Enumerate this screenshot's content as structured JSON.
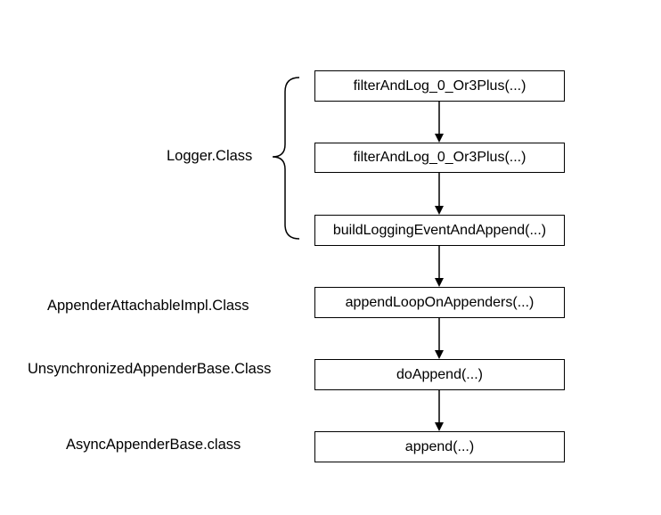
{
  "diagram": {
    "nodes": [
      {
        "id": "n1",
        "label": "filterAndLog_0_Or3Plus(...)"
      },
      {
        "id": "n2",
        "label": "filterAndLog_0_Or3Plus(...)"
      },
      {
        "id": "n3",
        "label": "buildLoggingEventAndAppend(...)"
      },
      {
        "id": "n4",
        "label": "appendLoopOnAppenders(...)"
      },
      {
        "id": "n5",
        "label": "doAppend(...)"
      },
      {
        "id": "n6",
        "label": "append(...)"
      }
    ],
    "edges": [
      {
        "from": "n1",
        "to": "n2"
      },
      {
        "from": "n2",
        "to": "n3"
      },
      {
        "from": "n3",
        "to": "n4"
      },
      {
        "from": "n4",
        "to": "n5"
      },
      {
        "from": "n5",
        "to": "n6"
      }
    ],
    "class_labels": {
      "logger": "Logger.Class",
      "appender_attachable": "AppenderAttachableImpl.Class",
      "unsynchronized_appender": "UnsynchronizedAppenderBase.Class",
      "async_appender": "AsyncAppenderBase.class"
    }
  },
  "colors": {
    "stroke": "#000000",
    "background": "#ffffff"
  }
}
